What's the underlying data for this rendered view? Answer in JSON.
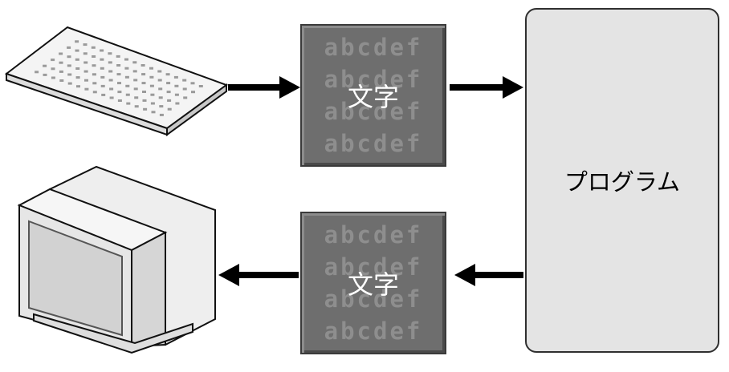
{
  "input_buffer": {
    "rows": [
      "abcdef",
      "abcdef",
      "abcdef",
      "abcdef"
    ],
    "label": "文字"
  },
  "output_buffer": {
    "rows": [
      "abcdef",
      "abcdef",
      "abcdef",
      "abcdef"
    ],
    "label": "文字"
  },
  "program": {
    "label": "プログラム"
  },
  "colors": {
    "buffer_fill": "#6e6e6e",
    "program_fill": "#e4e4e4",
    "arrow": "#000000"
  }
}
